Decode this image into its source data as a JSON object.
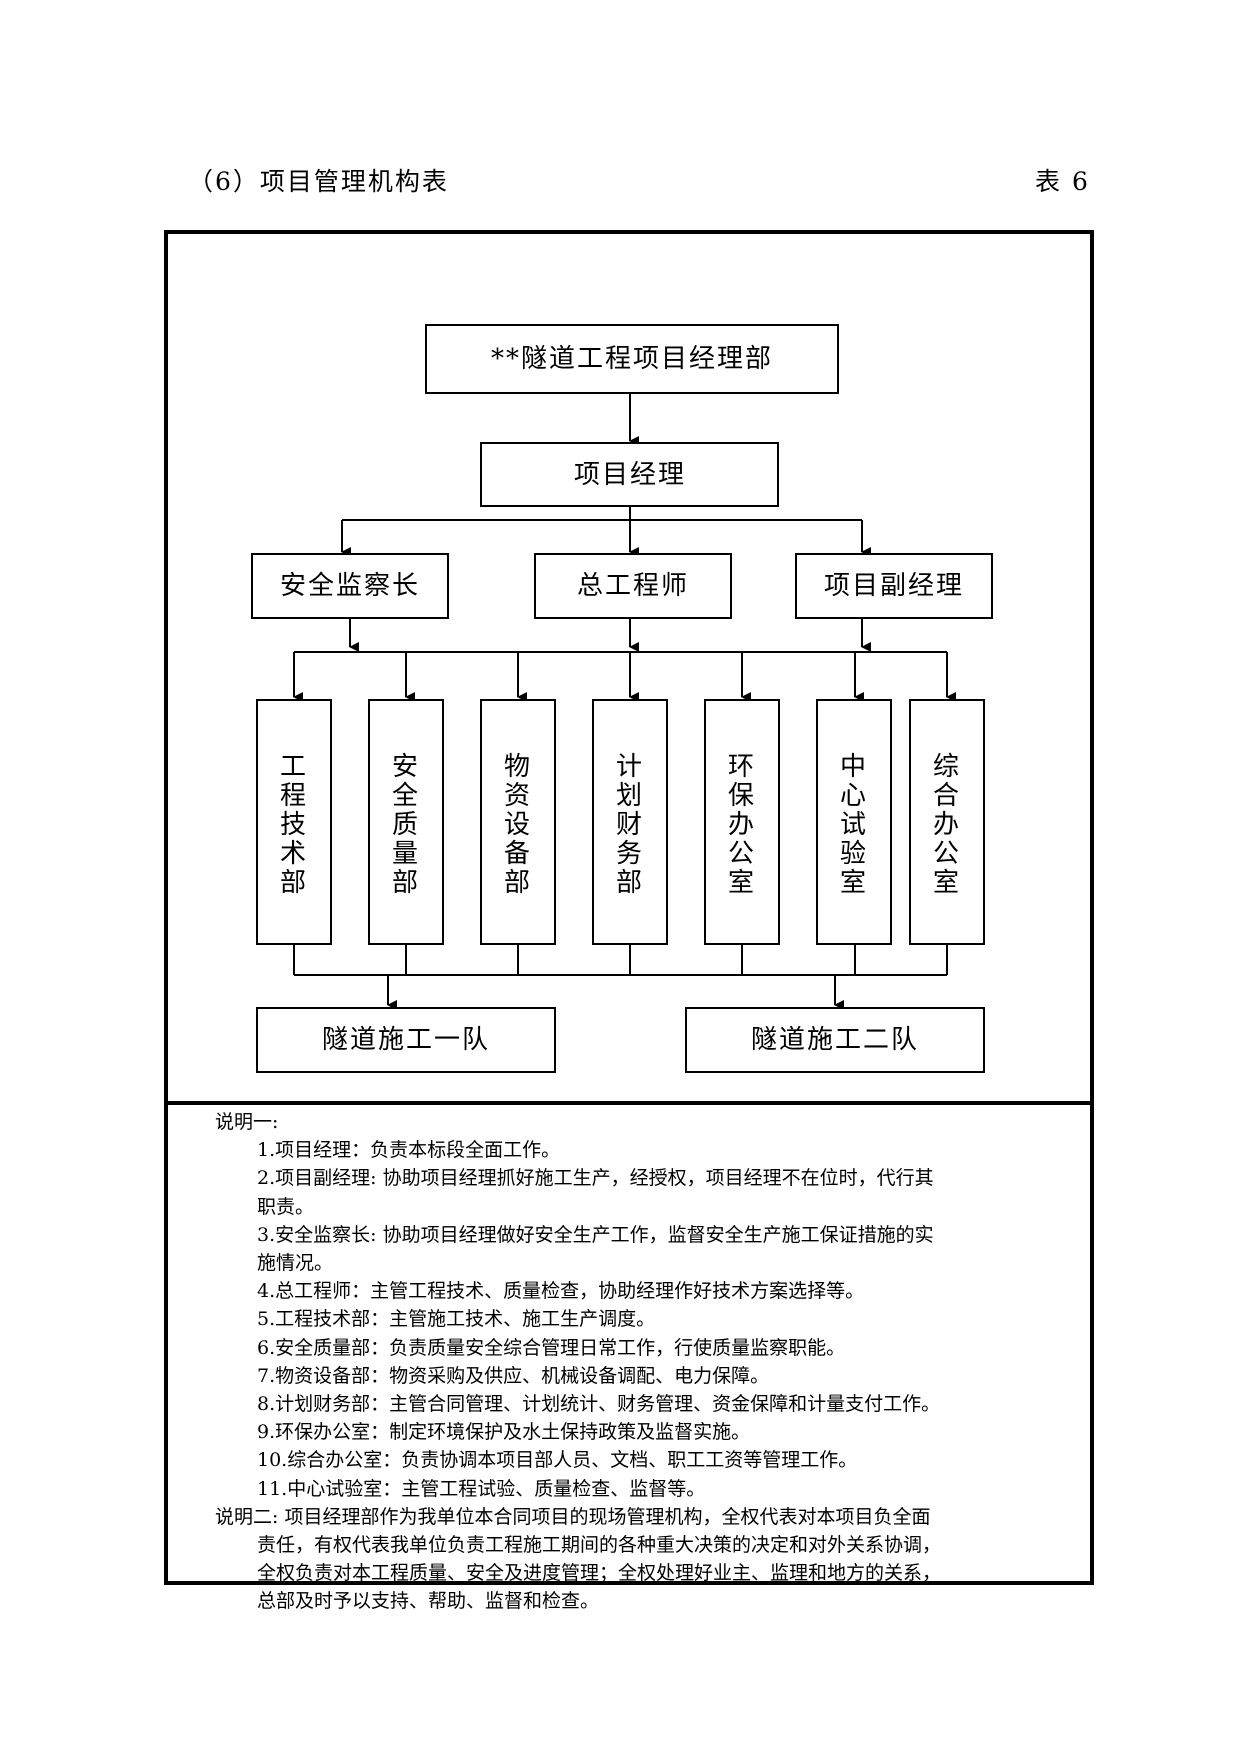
{
  "heading": {
    "title": "（6）项目管理机构表",
    "table_no": "表 6"
  },
  "org": {
    "top": "**隧道工程项目经理部",
    "manager": "项目经理",
    "level2": [
      "安全监察长",
      "总工程师",
      "项目副经理"
    ],
    "depts": [
      "工程技术部",
      "安全质量部",
      "物资设备部",
      "计划财务部",
      "环保办公室",
      "中心试验室",
      "综合办公室"
    ],
    "teams": [
      "隧道施工一队",
      "隧道施工二队"
    ]
  },
  "notes": {
    "head1": "说明一:",
    "items": [
      "1.项目经理：负责本标段全面工作。",
      "2.项目副经理: 协助项目经理抓好施工生产，经授权，项目经理不在位时，代行其",
      "职责。",
      "3.安全监察长: 协助项目经理做好安全生产工作，监督安全生产施工保证措施的实",
      "施情况。",
      "4.总工程师：主管工程技术、质量检查，协助经理作好技术方案选择等。",
      "5.工程技术部：主管施工技术、施工生产调度。",
      "6.安全质量部：负责质量安全综合管理日常工作，行使质量监察职能。",
      "7.物资设备部：物资采购及供应、机械设备调配、电力保障。",
      "8.计划财务部：主管合同管理、计划统计、财务管理、资金保障和计量支付工作。",
      "9.环保办公室：制定环境保护及水土保持政策及监督实施。",
      "10.综合办公室：负责协调本项目部人员、文档、职工工资等管理工作。",
      "11.中心试验室：主管工程试验、质量检查、监督等。"
    ],
    "head2": "说明二: 项目经理部作为我单位本合同项目的现场管理机构，全权代表对本项目负全面",
    "para2": [
      "责任，有权代表我单位负责工程施工期间的各种重大决策的决定和对外关系协调，",
      "全权负责对本工程质量、安全及进度管理；全权处理好业主、监理和地方的关系，",
      "总部及时予以支持、帮助、监督和检查。"
    ]
  }
}
